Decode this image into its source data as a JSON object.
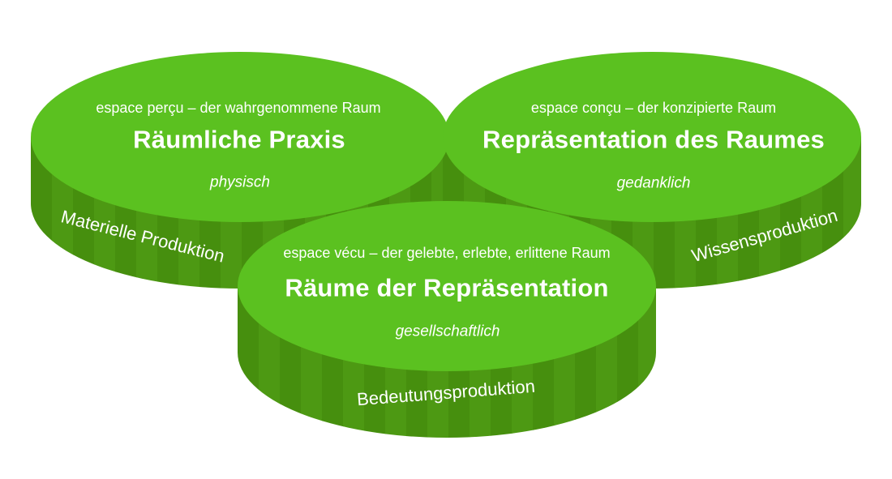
{
  "colors": {
    "background": "#ffffff",
    "disk_top": "#5bc120",
    "disk_side_dark": "#468f0e",
    "disk_side_light": "#4d9913",
    "label_text": "#ffffff"
  },
  "disks": [
    {
      "name": "raeumliche-praxis",
      "french_label": "espace perçu – der wahrgenommene Raum",
      "title": "Räumliche Praxis",
      "attribute": "physisch",
      "side_label": "Materielle Produktion"
    },
    {
      "name": "repraesentation-des-raumes",
      "french_label": "espace conçu – der konzipierte Raum",
      "title": "Repräsentation des Raumes",
      "attribute": "gedanklich",
      "side_label": "Wissensproduktion"
    },
    {
      "name": "raeume-der-repraesentation",
      "french_label": "espace vécu – der gelebte, erlebte, erlittene Raum",
      "title": "Räume der Repräsentation",
      "attribute": "gesellschaftlich",
      "side_label": "Bedeutungsproduktion"
    }
  ]
}
